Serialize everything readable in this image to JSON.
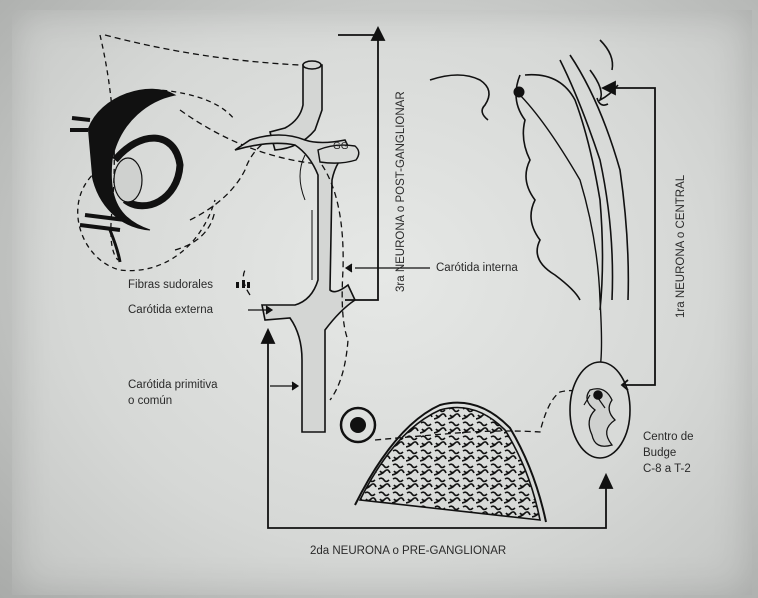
{
  "labels": {
    "gg": "GG",
    "fibras": "Fibras sudorales",
    "ext": "Carótida externa",
    "primitiva1": "Carótida primitiva",
    "primitiva2": "o común",
    "interna": "Carótida interna",
    "centro1": "Centro de",
    "centro2": "Budge",
    "centro3": "C-8 a T-2",
    "neurona3": "3ra NEURONA o POST-GANGLIONAR",
    "neurona1": "1ra NEURONA o CENTRAL",
    "neurona2": "2da NEURONA o PRE-GANGLIONAR"
  }
}
